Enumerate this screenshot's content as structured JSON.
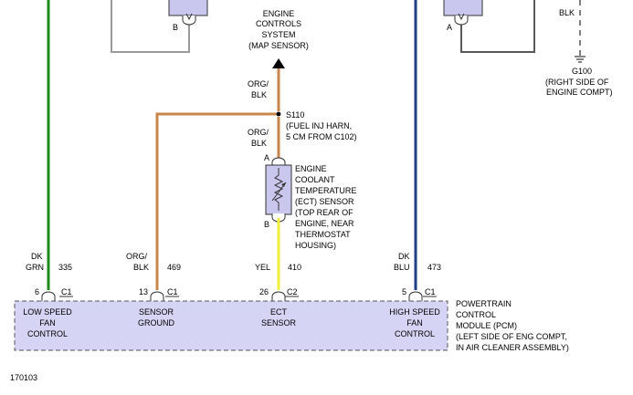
{
  "figure_id": "170103",
  "colors": {
    "dk_grn": "#1e8a1e",
    "org_blk": "#c8864a",
    "yel": "#f2ef3c",
    "dk_blu": "#1f3f86",
    "gray": "#9a9a9a",
    "pcm_fill": "#d6d4f4",
    "sensor_fill": "#c9c7ee"
  },
  "top_left": {
    "pin": "B"
  },
  "top_right": {
    "pin": "A"
  },
  "engine_controls": [
    "ENGINE",
    "CONTROLS",
    "SYSTEM",
    "(MAP SENSOR)"
  ],
  "wire_org_blk_upper": [
    "ORG/",
    "BLK"
  ],
  "wire_org_blk_lower": [
    "ORG/",
    "BLK"
  ],
  "splice": {
    "id": "S110",
    "desc": [
      "(FUEL INJ HARN,",
      "5 CM FROM C102)"
    ]
  },
  "ect_sensor": {
    "pin_top": "A",
    "pin_bottom": "B",
    "label": [
      "ENGINE",
      "COOLANT",
      "TEMPERATURE",
      "(ECT) SENSOR",
      "(TOP REAR OF",
      "ENGINE, NEAR",
      "THERMOSTAT",
      "HOUSING)"
    ]
  },
  "ground": {
    "wire": "BLK",
    "label": [
      "G100",
      "(RIGHT SIDE OF",
      "ENGINE COMPT)"
    ]
  },
  "circuits": [
    {
      "color_label": [
        "DK",
        "GRN"
      ],
      "circuit": "335",
      "pin": "6",
      "connector": "C1",
      "function": [
        "LOW SPEED",
        "FAN",
        "CONTROL"
      ]
    },
    {
      "color_label": [
        "ORG/",
        "BLK"
      ],
      "circuit": "469",
      "pin": "13",
      "connector": "C1",
      "function": [
        "SENSOR",
        "GROUND"
      ]
    },
    {
      "color_label": [
        "YEL"
      ],
      "circuit": "410",
      "pin": "26",
      "connector": "C2",
      "function": [
        "ECT",
        "SENSOR"
      ]
    },
    {
      "color_label": [
        "DK",
        "BLU"
      ],
      "circuit": "473",
      "pin": "5",
      "connector": "C1",
      "function": [
        "HIGH SPEED",
        "FAN",
        "CONTROL"
      ]
    }
  ],
  "pcm": [
    "POWERTRAIN",
    "CONTROL",
    "MODULE (PCM)",
    "(LEFT SIDE OF ENG COMPT,",
    "IN AIR CLEANER ASSEMBLY)"
  ]
}
